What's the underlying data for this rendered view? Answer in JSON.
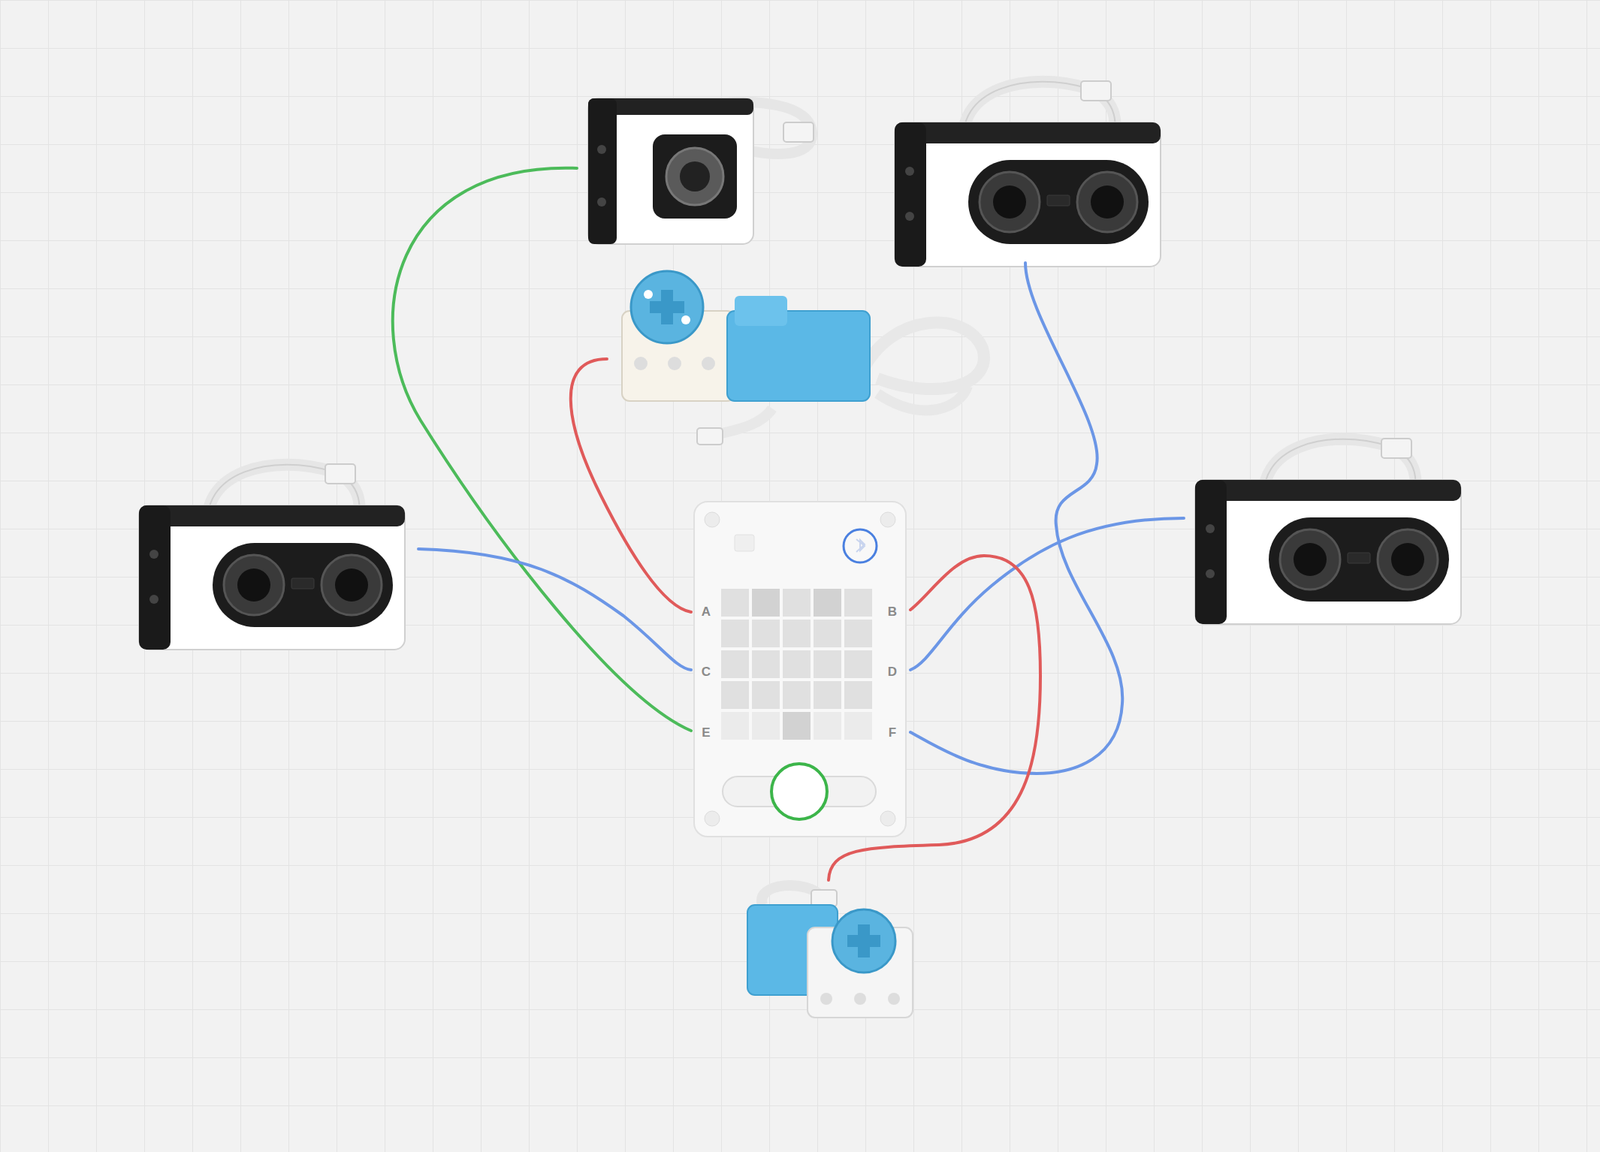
{
  "diagram": {
    "labels": [
      "A",
      "C",
      "E",
      "B",
      "D",
      "F"
    ]
  }
}
